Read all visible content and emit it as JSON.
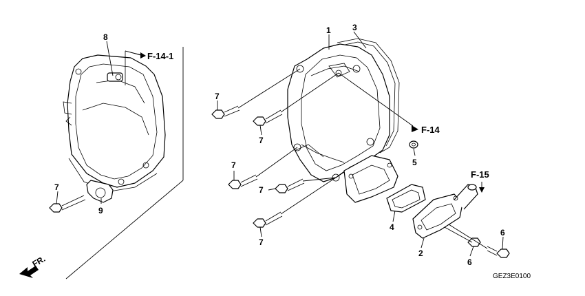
{
  "diagram": {
    "callouts": {
      "c1": "1",
      "c2": "2",
      "c3": "3",
      "c4": "4",
      "c5": "5",
      "c6a": "6",
      "c6b": "6",
      "c7a": "7",
      "c7b": "7",
      "c7c": "7",
      "c7d": "7",
      "c7e": "7",
      "c7f": "7",
      "c8": "8",
      "c9": "9"
    },
    "refs": {
      "f141": "F-14-1",
      "f14": "F-14",
      "f15": "F-15"
    },
    "front_label": "FR.",
    "diagram_code": "GEZ3E0100"
  }
}
